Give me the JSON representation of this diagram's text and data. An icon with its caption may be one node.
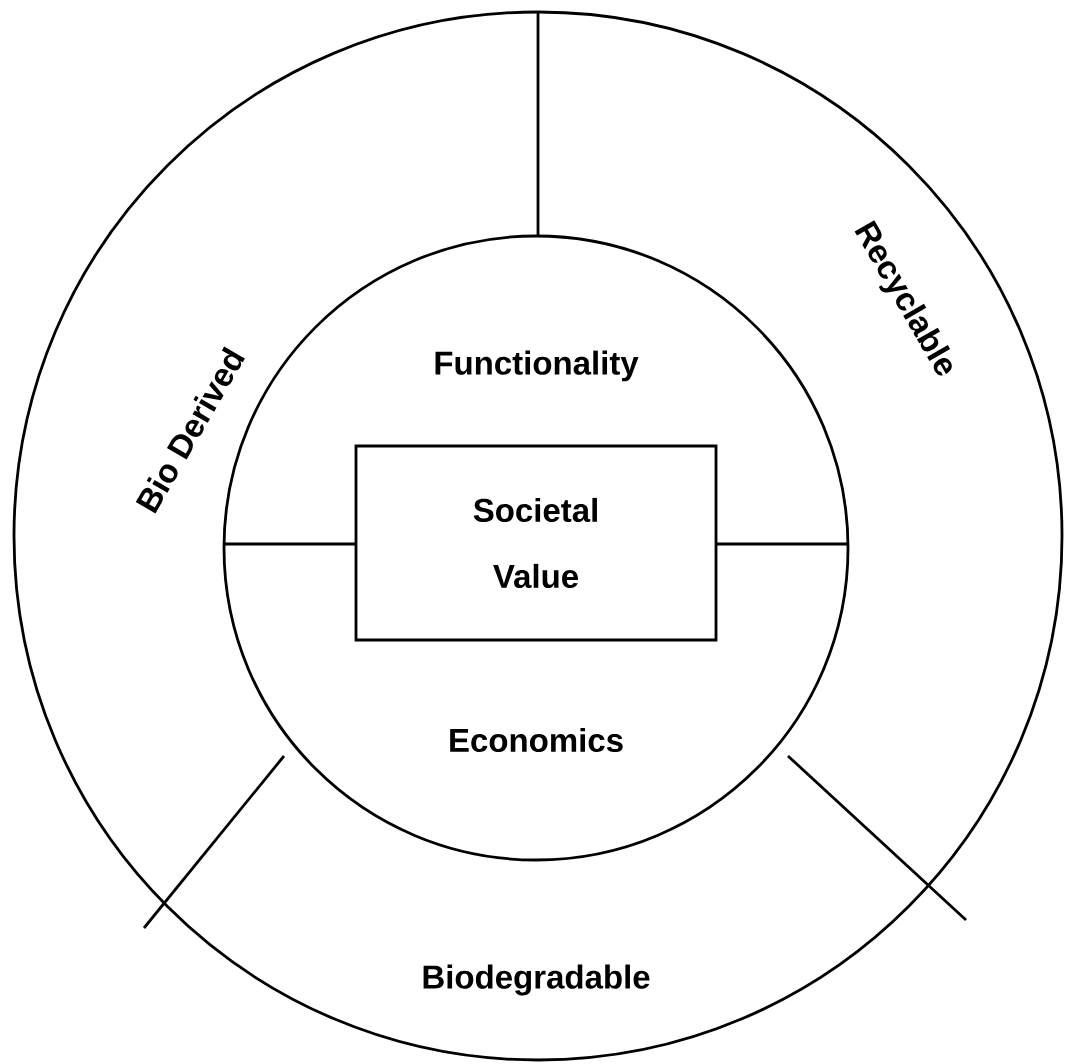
{
  "diagram": {
    "nodes": [
      {
        "text": [
          "Bio Derived",
          "Recyclable",
          "Biodegradable"
        ]
      },
      {
        "text": [
          "Functionality",
          "Economics"
        ],
        "in": 0
      },
      {
        "text": [
          "Societal Value"
        ],
        "in": 1
      }
    ]
  }
}
